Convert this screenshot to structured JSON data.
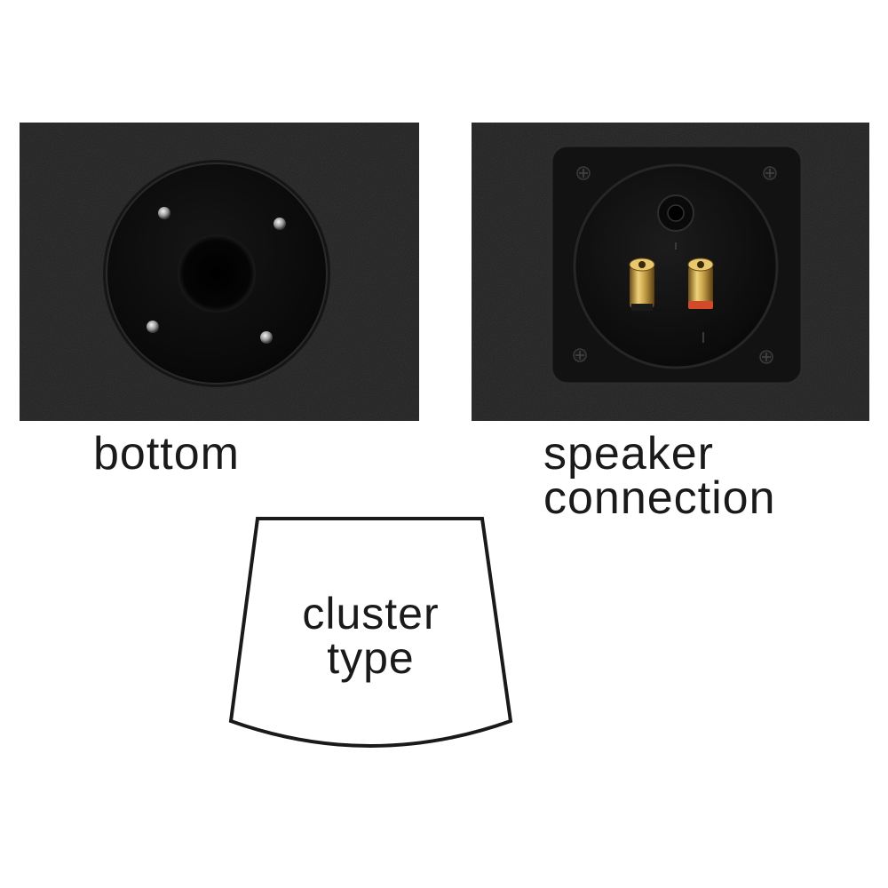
{
  "captions": {
    "bottom": "bottom",
    "speaker_connection_line1": "speaker",
    "speaker_connection_line2": "connection"
  },
  "cluster_shape": {
    "line1": "cluster",
    "line2": "type"
  },
  "colors": {
    "felt": "#1e1e1e",
    "plate": "#0d0d0d",
    "gold": "#c8a24a",
    "red_ring": "#d24a2a",
    "text": "#1a1a1a"
  }
}
